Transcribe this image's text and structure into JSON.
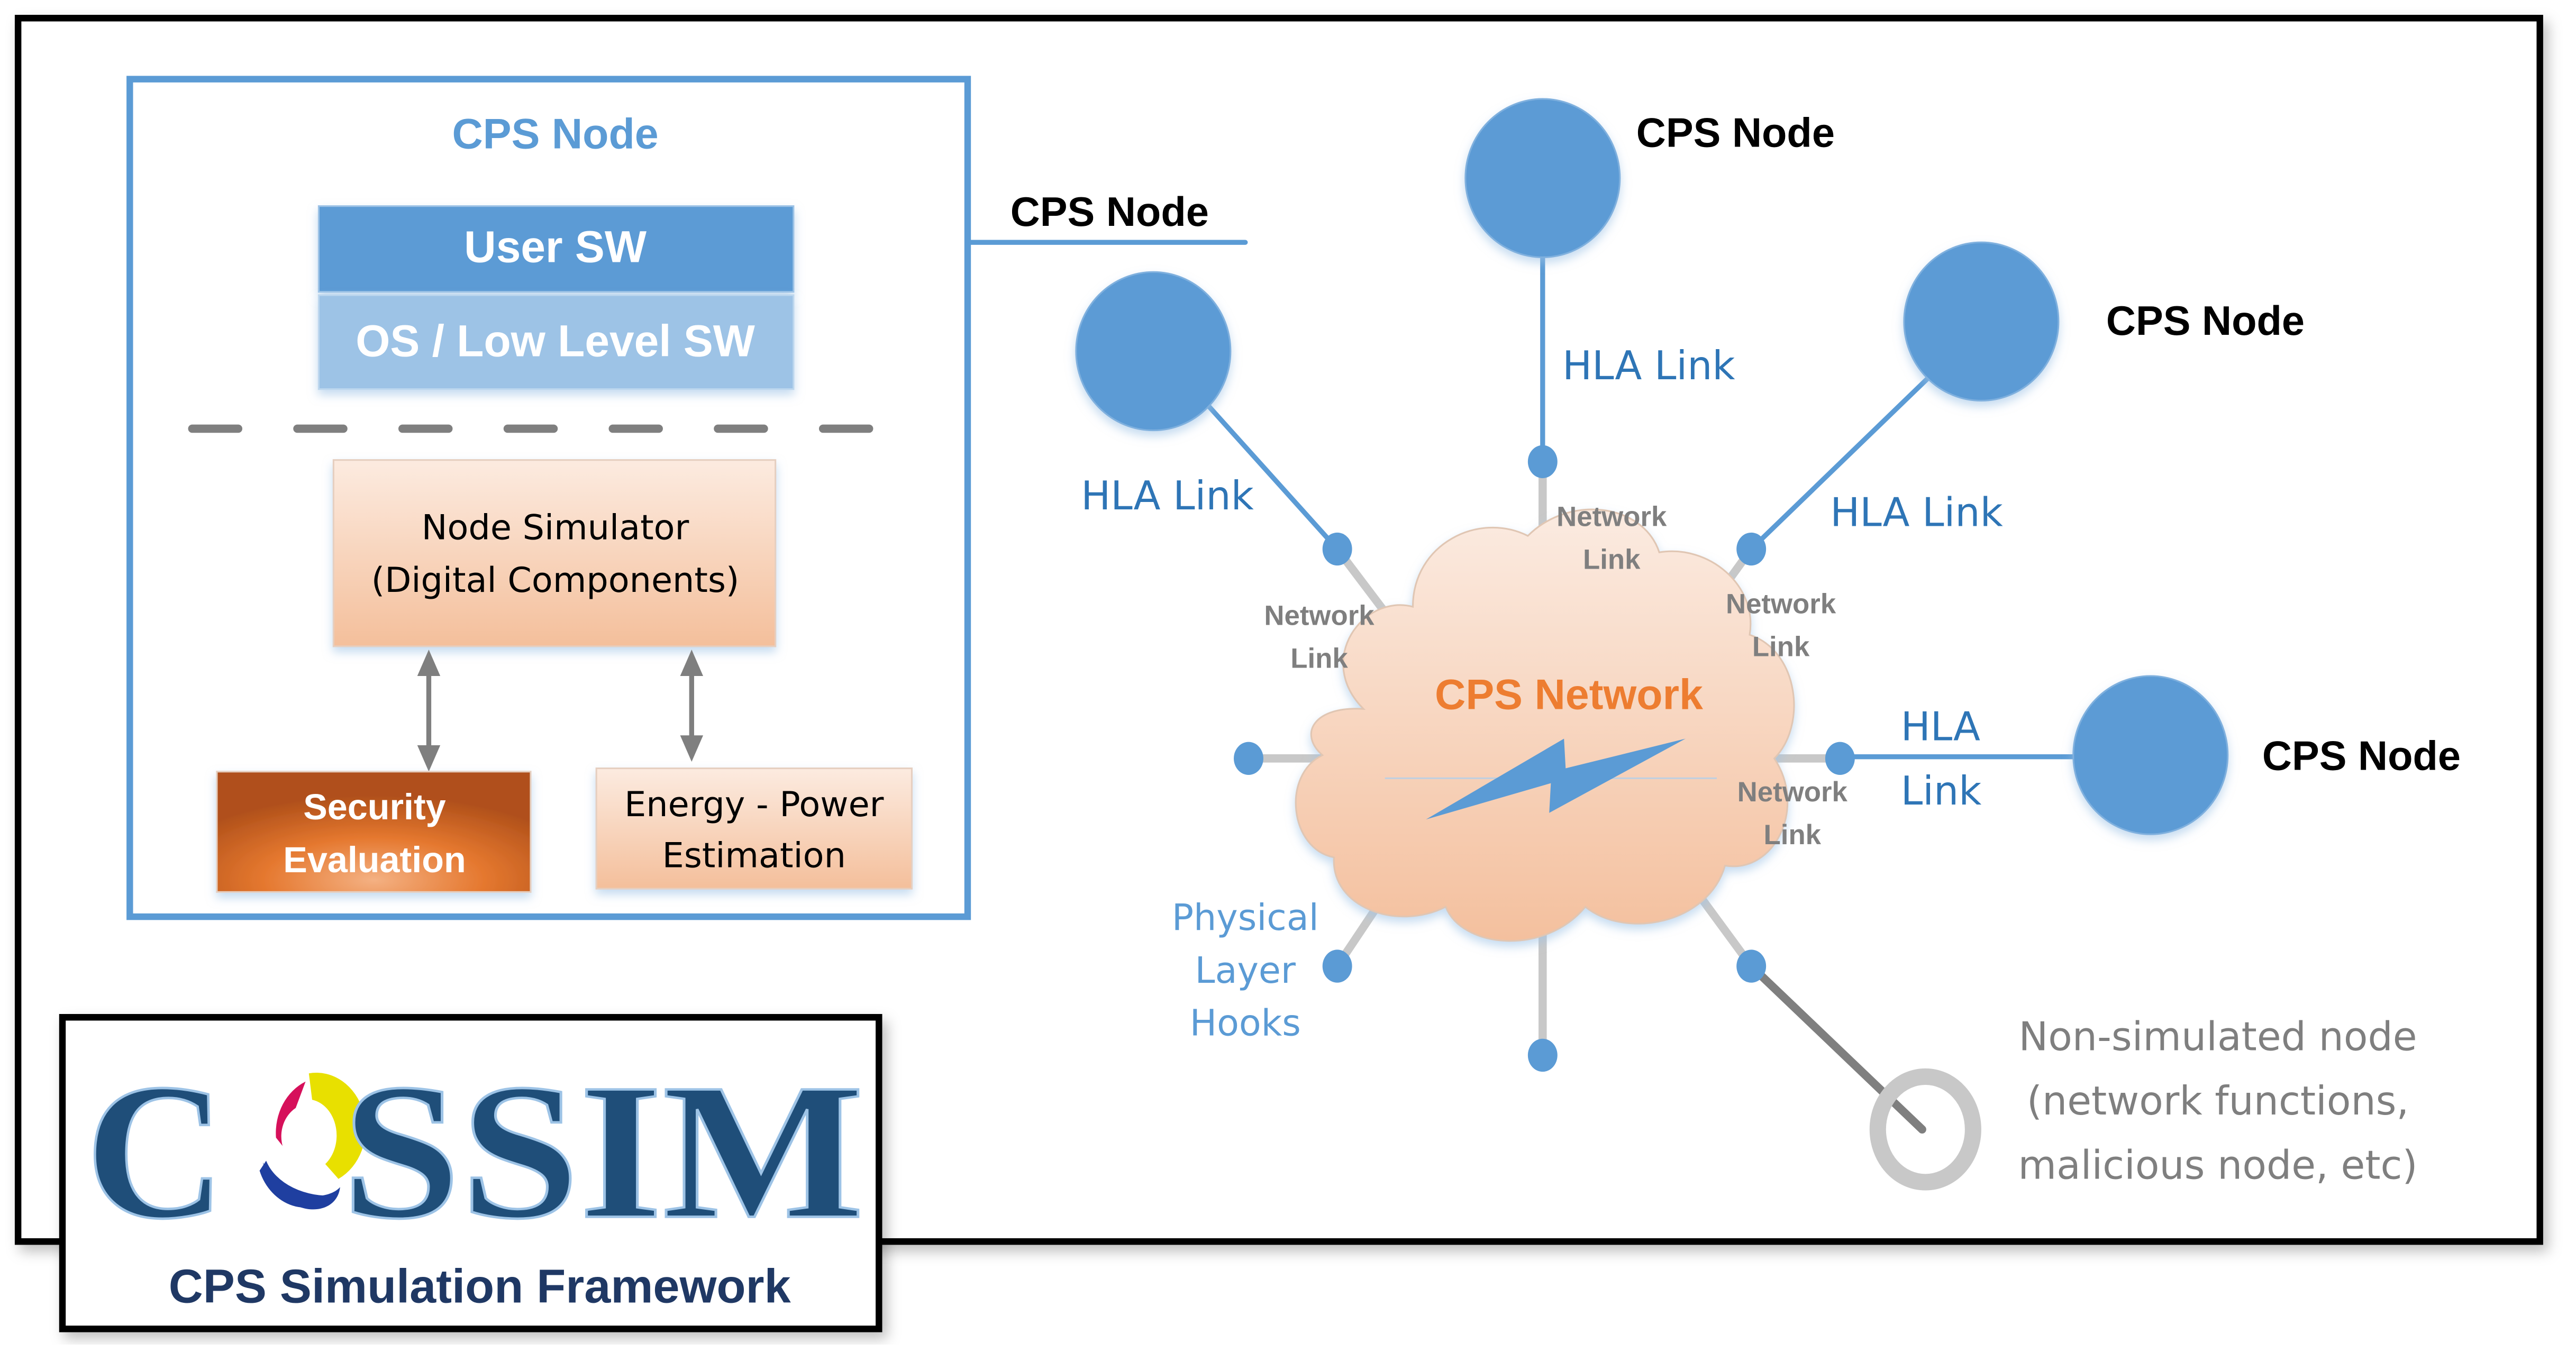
{
  "node_detail": {
    "title": "CPS Node",
    "user_sw": "User SW",
    "os_sw": "OS / Low Level SW",
    "node_simulator_line1": "Node Simulator",
    "node_simulator_line2": "(Digital Components)",
    "security_line1": "Security",
    "security_line2": "Evaluation",
    "energy_line1": "Energy - Power",
    "energy_line2": "Estimation",
    "callout_label": "CPS Node"
  },
  "network": {
    "cloud_label": "CPS Network",
    "cloud_icon": "lightning-bolt-icon",
    "nodes": [
      {
        "label": "CPS Node",
        "link_label": "HLA Link",
        "net_label_1": "Network",
        "net_label_2": "Link"
      },
      {
        "label": "CPS Node",
        "link_label": "HLA Link",
        "net_label_1": "Network",
        "net_label_2": "Link"
      },
      {
        "label": "CPS Node",
        "link_label": "HLA Link",
        "net_label_1": "Network",
        "net_label_2": "Link"
      },
      {
        "label": "CPS Node",
        "link_label_1": "HLA",
        "link_label_2": "Link",
        "net_label_1": "Network",
        "net_label_2": "Link"
      }
    ],
    "physical_hooks": [
      "Physical",
      "Layer",
      "Hooks"
    ],
    "non_simulated": [
      "Non-simulated node",
      "(network functions,",
      "malicious node, etc)"
    ]
  },
  "logo": {
    "letters_left": "C",
    "letters_right": "SSIM",
    "subtitle": "CPS Simulation Framework"
  },
  "colors": {
    "node_blue": "#5b9bd5",
    "link_blue": "#2e75b6",
    "cloud_orange": "#ed7d31",
    "logo_navy": "#1f4e79",
    "gray_link": "#c8c8c8"
  }
}
